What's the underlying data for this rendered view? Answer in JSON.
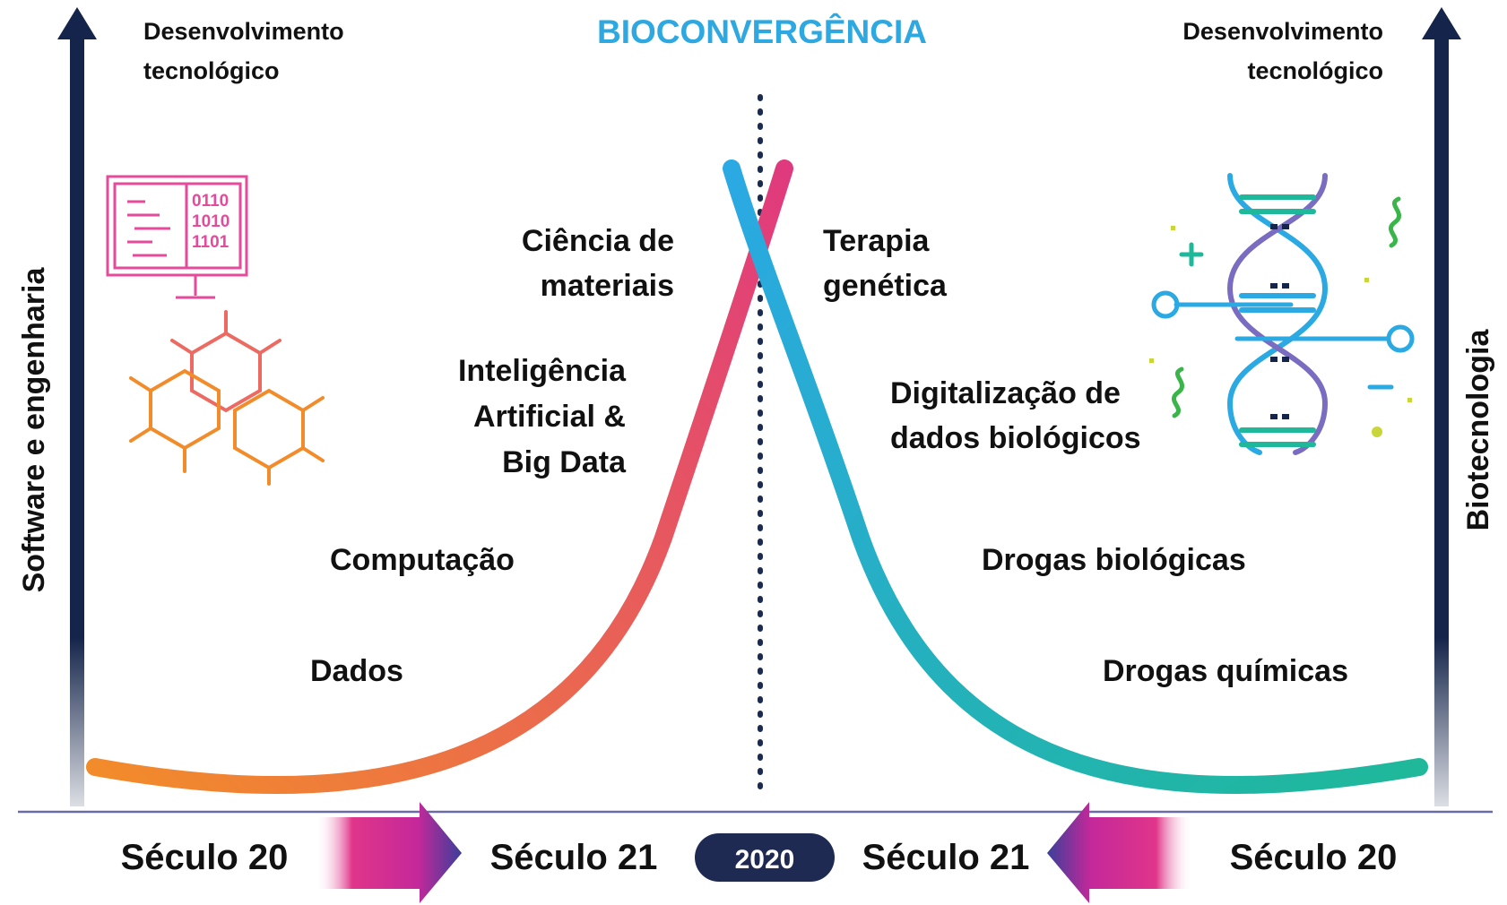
{
  "title": "BIOCONVERGÊNCIA",
  "colors": {
    "title": "#2ea8e0",
    "axis_navy": "#14244a",
    "software_curve_start": "#f28c2a",
    "software_curve_end": "#e03a7e",
    "biotech_curve_start": "#1fb89a",
    "biotech_curve_end": "#2aa9e3",
    "icon_pink": "#e64a9a",
    "icon_orange": "#f28c2a"
  },
  "left_axis": {
    "label": "Software e engenharia",
    "top_label_line1": "Desenvolvimento",
    "top_label_line2": "tecnológico"
  },
  "right_axis": {
    "label": "Biotecnologia",
    "top_label_line1": "Desenvolvimento",
    "top_label_line2": "tecnológico"
  },
  "software_milestones": {
    "dados": "Dados",
    "computacao": "Computação",
    "ia_line1": "Inteligência",
    "ia_line2": "Artificial &",
    "ia_line3": "Big Data",
    "materiais_line1": "Ciência de",
    "materiais_line2": "materiais"
  },
  "biotech_milestones": {
    "quimicas": "Drogas químicas",
    "biologicas": "Drogas biológicas",
    "digitalizacao_line1": "Digitalização de",
    "digitalizacao_line2": "dados biológicos",
    "terapia_line1": "Terapia",
    "terapia_line2": "genética"
  },
  "timeline": {
    "left_outer": "Século 20",
    "left_inner": "Século 21",
    "center_year": "2020",
    "right_inner": "Século 21",
    "right_outer": "Século 20"
  },
  "icons": {
    "left": "computer-molecule-icon",
    "right": "dna-helix-icon"
  }
}
